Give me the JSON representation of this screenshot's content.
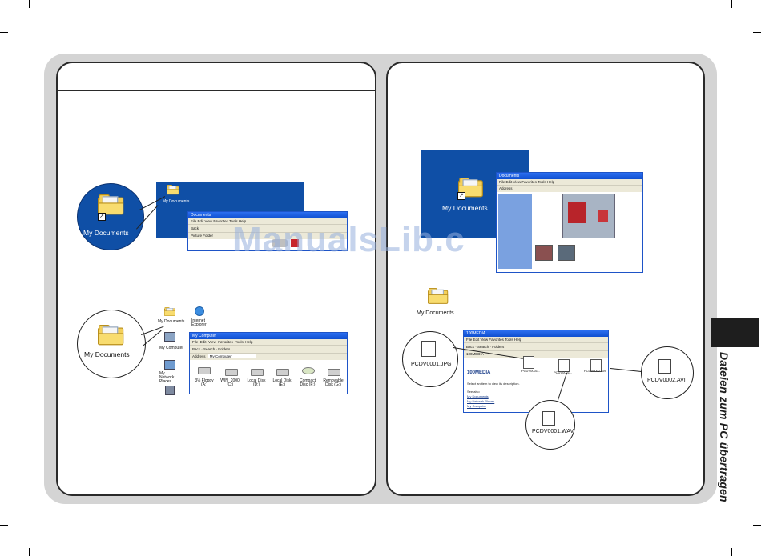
{
  "watermark": "ManualsLib.c",
  "side_title": "Dateien zum PC übertragen",
  "left": {
    "top": {
      "zoom_label": "My Documents",
      "desktop_label": "My Documents",
      "window_title": "Documents",
      "window_menu": "File  Edit  View  Favorites  Tools  Help",
      "window_toolbar": "Back",
      "window_address": "Picture Folder"
    },
    "bottom": {
      "zoom_label": "My Documents",
      "desktop_icons": [
        "My Documents",
        "Internet Explorer",
        "My Computer",
        "My Network Places"
      ],
      "window_title": "My Computer",
      "window_menu": [
        "File",
        "Edit",
        "View",
        "Favorites",
        "Tools",
        "Help"
      ],
      "window_toolbar": "Back  ·  Search  ·  Folders",
      "address_label": "Address",
      "address_value": "My Computer",
      "drives": [
        "3½ Floppy (A:)",
        "WIN_2000 (C:)",
        "Local Disk (D:)",
        "Local Disk (E:)",
        "Compact Disc (F:)",
        "Removable Disk (G:)"
      ]
    }
  },
  "right": {
    "top": {
      "desktop_label": "My Documents",
      "window_title": "Documents",
      "window_menu": "File  Edit  View  Favorites  Tools  Help",
      "window_address": "Address"
    },
    "bottom": {
      "desktop_label": "My Documents",
      "window_title": "100MEDIA",
      "window_menu": "File  Edit  View  Favorites  Tools  Help",
      "window_toolbar": "Back  ·  Search  ·  Folders",
      "address_value": "100MEDIA",
      "sidebar_title": "100MEDIA",
      "sidebar_text": "Select an item to view its description.",
      "sidebar_see_also": "See also",
      "sidebar_links": [
        "My Documents",
        "My Network Places",
        "My Computer"
      ],
      "files_small": [
        "PCDV0001...",
        "PCDV0001...",
        "PCDV0002.AVI"
      ],
      "callouts": [
        "PCDV0001.JPG",
        "PCDV0002.AVI",
        "PCDV0001.WAV"
      ]
    }
  },
  "colors": {
    "desktop_blue": "#0f4fa6",
    "panel_border": "#2a2a2a",
    "frame_gray": "#d4d4d4",
    "xp_title": "#1e54c7"
  }
}
